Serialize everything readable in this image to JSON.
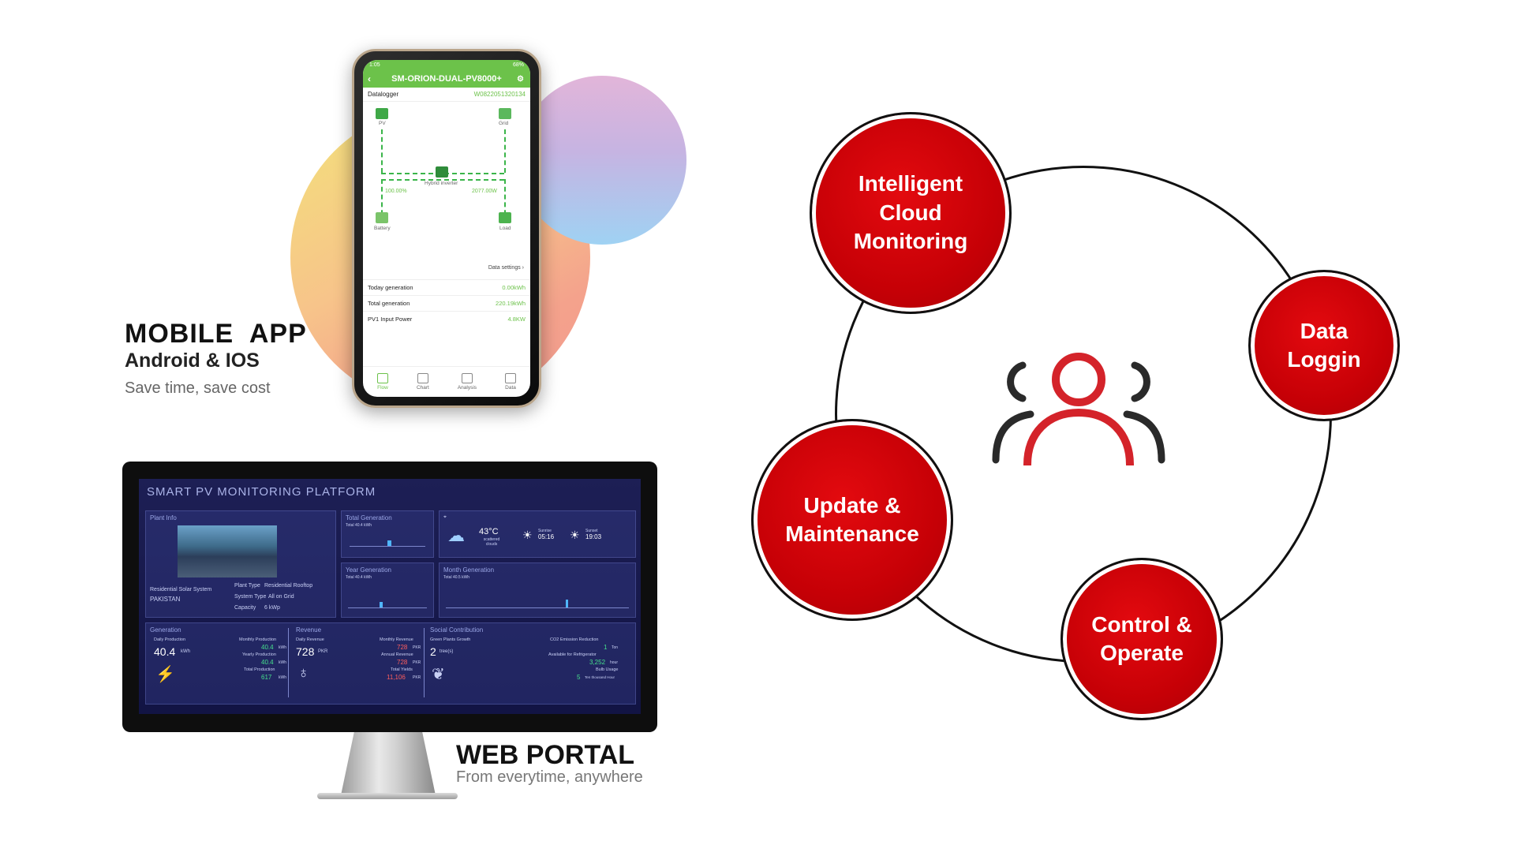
{
  "mobile": {
    "title": "MOBILE  APP",
    "subtitle": "Android & IOS",
    "tagline": "Save time, save cost",
    "phone": {
      "status_time": "1:05",
      "status_battery": "68%",
      "device_name": "SM-ORION-DUAL-PV8000+",
      "datalogger_label": "Datalogger",
      "datalogger_value": "W0822051320134",
      "pv_label": "PV",
      "grid_label": "Grid",
      "inverter_label": "Hybrid inverter",
      "battery_pct": "100.00%",
      "load_power": "2077.00W",
      "battery_label": "Battery",
      "load_label": "Load",
      "data_settings": "Data settings",
      "metrics": [
        {
          "label": "Today generation",
          "value": "0.00kWh"
        },
        {
          "label": "Total generation",
          "value": "220.19kWh"
        },
        {
          "label": "PV1 Input Power",
          "value": "4.8KW"
        }
      ],
      "nav": [
        "Flow",
        "Chart",
        "Analysis",
        "Data"
      ]
    }
  },
  "web": {
    "title": "WEB PORTAL",
    "tagline": "From everytime, anywhere",
    "platform": {
      "title": "SMART PV MONITORING PLATFORM",
      "plant_info": "Plant Info",
      "plant_name": "Residential Solar System",
      "plant_country": "PAKISTAN",
      "plant_type_label": "Plant Type",
      "plant_type": "Residential Rooftop",
      "system_type_label": "System Type",
      "system_type": "All on Grid",
      "capacity_label": "Capacity",
      "capacity": "6 kWp",
      "total_gen": "Total Generation",
      "total_gen_sub": "Total  40.4 kWh",
      "year_gen": "Year Generation",
      "year_gen_sub": "Total  40.4 kWh",
      "month_gen": "Month Generation",
      "month_gen_sub": "Total  40.5 kWh",
      "temp": "43°C",
      "weather": "scattered clouds",
      "sunrise_label": "Sunrise",
      "sunrise": "05:16",
      "sunset_label": "Sunset",
      "sunset": "19:03",
      "generation": "Generation",
      "daily_production": "Daily Production",
      "daily_value": "40.4",
      "daily_unit": "kWh",
      "monthly_production": "Monthly Production",
      "monthly_value": "40.4",
      "yearly_production": "Yearly Production",
      "yearly_value": "40.4",
      "total_production": "Total Production",
      "total_value": "617",
      "unit_kwh": "kWh",
      "revenue": "Revenue",
      "daily_revenue": "Daily Revenue",
      "daily_revenue_value": "728",
      "currency": "PKR",
      "monthly_revenue": "Monthly Revenue",
      "monthly_revenue_value": "728",
      "annual_revenue": "Annual Revenue",
      "annual_revenue_value": "728",
      "total_yields": "Total Yields",
      "total_yields_value": "11,106",
      "social": "Social Contribution",
      "green_plants": "Green Plants Growth",
      "trees_value": "2",
      "trees_unit": "tree(s)",
      "co2": "CO2 Emission Reduction",
      "co2_value": "1",
      "co2_unit": "Ton",
      "fridge": "Available for Refrigerator",
      "fridge_value": "3,252",
      "fridge_unit": "hour",
      "bulb": "Bulb Usage",
      "bulb_value": "5",
      "bulb_unit": "Ten thousand Hour"
    }
  },
  "diagram": {
    "nodes": [
      {
        "line1": "Intelligent",
        "line2": "Cloud",
        "line3": "Monitoring"
      },
      {
        "line1": "Data",
        "line2": "Loggin"
      },
      {
        "line1": "Update &",
        "line2": "Maintenance"
      },
      {
        "line1": "Control &",
        "line2": "Operate"
      }
    ],
    "accent": "#d0000a"
  }
}
